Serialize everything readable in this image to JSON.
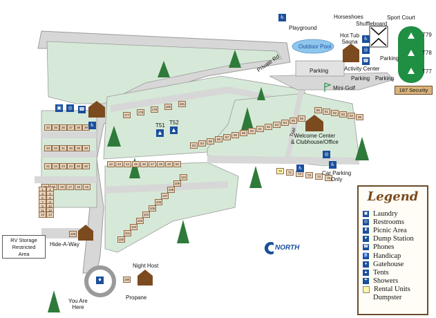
{
  "labels": {
    "horseshoes": "Horseshoes",
    "shuffleboard": "Shuffleboard",
    "sport_court": "Sport Court",
    "playground": "Playground",
    "outdoor_pool": "Outdoor Pool",
    "hot_tub_sauna": "Hot Tub\nSauna",
    "parking_top": "Parking",
    "parking_center": "Parking",
    "parking_left": "Parking",
    "parking_mid": "Parking",
    "activity_center": "Activity Center",
    "mini_golf": "Mini-Golf",
    "private_rd": "Private Rd",
    "welcome_center": "Welcome Center\n& Clubhouse/Office",
    "car_parking": "Car Parking\nOnly",
    "rv_storage": "RV Storage\nRestricted\nArea",
    "hide_a_way": "Hide-A-Way",
    "night_host": "Night Host",
    "propane": "Propane",
    "you_are_here": "You Are\nHere",
    "north": "NORTH",
    "security": "187 Security",
    "t79": "T79",
    "t78": "T78",
    "t77": "T77",
    "t51": "T51",
    "t52": "T52",
    "trail": "Trail"
  },
  "legend": {
    "title": "Legend",
    "items": [
      {
        "icon": "laundry-icon",
        "label": "Laundry"
      },
      {
        "icon": "restrooms-icon",
        "label": "Restrooms"
      },
      {
        "icon": "picnic-area-icon",
        "label": "Picnic Area"
      },
      {
        "icon": "dump-station-icon",
        "label": "Dump Station"
      },
      {
        "icon": "phones-icon",
        "label": "Phones"
      },
      {
        "icon": "handicap-icon",
        "label": "Handicap"
      },
      {
        "icon": "gatehouse-icon",
        "label": "Gatehouse"
      },
      {
        "icon": "tents-icon",
        "label": "Tents"
      },
      {
        "icon": "showers-icon",
        "label": "Showers"
      },
      {
        "icon": "rental-units-icon",
        "label": "Rental Units"
      },
      {
        "icon": "dumpster-icon",
        "label": "Dumpster"
      }
    ]
  },
  "sites": {
    "row_a": [
      "34",
      "35",
      "36",
      "37",
      "38",
      "39"
    ],
    "row_b": [
      "33",
      "32",
      "31",
      "30",
      "29",
      "28"
    ],
    "row_c": [
      "21",
      "22",
      "23",
      "24",
      "25",
      "26"
    ],
    "row_d": [
      "20",
      "19",
      "18",
      "17",
      "16",
      "15"
    ],
    "row_e": [
      "42",
      "43",
      "44",
      "45",
      "46",
      "47",
      "48",
      "49",
      "50"
    ],
    "upper_left": [
      "177",
      "178",
      "179",
      "180",
      "181"
    ],
    "mid_cluster": [
      "53",
      "54",
      "55",
      "56",
      "57",
      "58",
      "59",
      "60",
      "61",
      "62",
      "63",
      "64",
      "65",
      "66"
    ],
    "right_cluster": [
      "80",
      "81",
      "82",
      "83",
      "84",
      "85"
    ],
    "welcome_sites": [
      "70",
      "71",
      "72",
      "73",
      "74",
      "75"
    ],
    "storage": [
      "186",
      "190"
    ],
    "lower_loop": [
      "100",
      "101",
      "102",
      "103",
      "104",
      "105",
      "106",
      "107",
      "108",
      "109",
      "110"
    ],
    "far_left": [
      "1",
      "2",
      "3",
      "4",
      "5",
      "6",
      "7",
      "8",
      "9",
      "10",
      "11",
      "12",
      "13",
      "14"
    ]
  },
  "colors": {
    "grass": "#d6e9d8",
    "road": "#d7d7d7",
    "road_edge": "#9a9a9a",
    "site": "#ead2b8",
    "tent_area": "#1f8f44",
    "icon_blue": "#1a4f9c",
    "pool": "#8ec6ee",
    "tree": "#2f7a3a",
    "cabin": "#7b4a1e"
  }
}
